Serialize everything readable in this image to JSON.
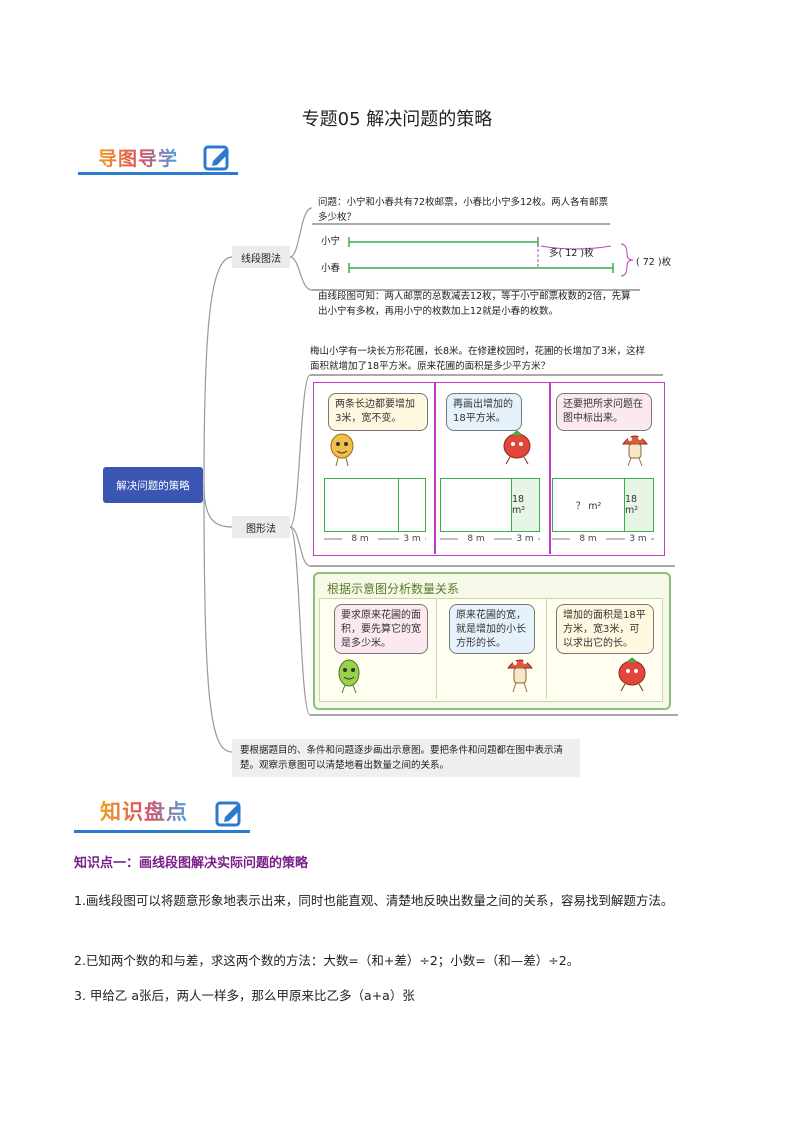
{
  "page_title": "专题05  解决问题的策略",
  "section1": {
    "title": "导图导学",
    "icon": "edit-icon"
  },
  "section2": {
    "title": "知识盘点",
    "icon": "edit-icon"
  },
  "mindmap": {
    "root": "解决问题的策略",
    "branch1": {
      "label": "线段图法",
      "problem": "问题：小宁和小春共有72枚邮票，小春比小宁多12枚。两人各有邮票多少枚？",
      "name1": "小宁",
      "name2": "小春",
      "more_prefix": "多(",
      "more_value": "12",
      "more_suffix": ")枚",
      "total_prefix": "(",
      "total_value": "72",
      "total_suffix": ")枚",
      "explanation": "由线段图可知：两人邮票的总数减去12枚，等于小宁邮票枚数的2倍，先算出小宁有多枚，再用小宁的枚数加上12就是小春的枚数。"
    },
    "branch2": {
      "label": "图形法",
      "problem": "梅山小学有一块长方形花圃，长8米。在修建校园时，花圃的长增加了3米，这样面积就增加了18平方米。原来花圃的面积是多少平方米？",
      "panels": [
        {
          "bubble": "两条长边都要增加3米，宽不变。"
        },
        {
          "bubble": "再画出增加的18平方米。",
          "right_label": "18 m²"
        },
        {
          "bubble": "还要把所求问题在图中标出来。",
          "left_label": "？ m²",
          "right_label": "18 m²"
        }
      ],
      "dim_left": "8 m",
      "dim_right": "3 m",
      "analysis_title": "根据示意图分析数量关系",
      "analysis_bubbles": [
        "要求原来花圃的面积，要先算它的宽是多少米。",
        "原来花圃的宽，就是增加的小长方形的长。",
        "增加的面积是18平方米，宽3米，可以求出它的长。"
      ]
    },
    "branch3": {
      "text": "要根据题目的、条件和问题逐步画出示意图。要把条件和问题都在图中表示清楚。观察示意图可以清楚地看出数量之间的关系。"
    }
  },
  "knowledge": {
    "point1_title": "知识点一：画线段图解决实际问题的策略",
    "item1": "1.画线段图可以将题意形象地表示出来，同时也能直观、清楚地反映出数量之间的关系，容易找到解题方法。",
    "item2": "2.已知两个数的和与差，求这两个数的方法：大数=（和+差）÷2；小数=（和—差）÷2。",
    "item3": "3. 甲给乙 a张后，两人一样多，那么甲原来比乙多（a+a）张"
  },
  "colors": {
    "accent_blue": "#2a7bd0",
    "root_node": "#3b55b3",
    "panel_border": "#c23bc0",
    "rect_green": "#35b04a",
    "point_title": "#7a1f8a"
  }
}
